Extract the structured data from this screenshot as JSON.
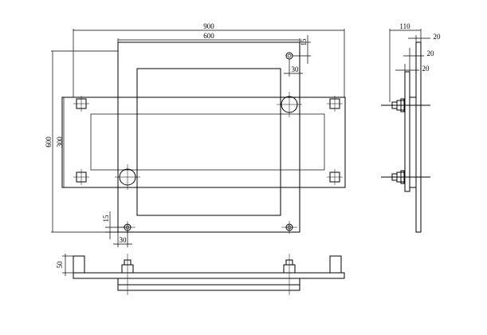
{
  "front_view": {
    "dim_overall_width": "900",
    "dim_inner_width": "600",
    "dim_overall_height": "600",
    "dim_inner_height": "300",
    "dim_hole_offset_top": "15",
    "dim_hole_offset_side_top": "30",
    "dim_hole_offset_bottom": "15",
    "dim_hole_offset_side_bottom": "30"
  },
  "side_view": {
    "dim_depth": "110",
    "dim_thickness_a": "20",
    "dim_thickness_b": "20",
    "dim_thickness_c": "20"
  },
  "bottom_view": {
    "dim_height": "50"
  }
}
